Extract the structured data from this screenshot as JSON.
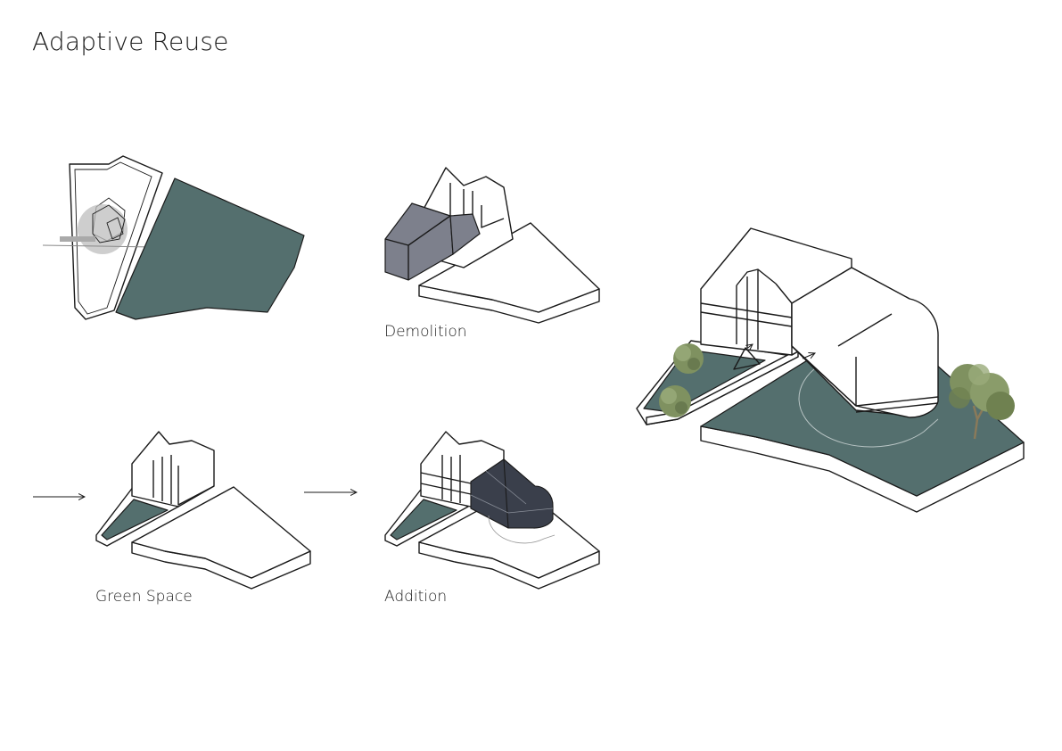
{
  "title": "Adaptive Reuse",
  "captions": {
    "demolition": "Demolition",
    "green_space": "Green Space",
    "addition": "Addition"
  },
  "colors": {
    "green_space": "#546f6e",
    "demolished_volume": "#7d808c",
    "new_addition": "#3a3f4b",
    "tree_foliage": "#7f9160"
  },
  "icons": [
    "arrow-right-icon",
    "tree-icon",
    "circle-highlight-icon"
  ]
}
